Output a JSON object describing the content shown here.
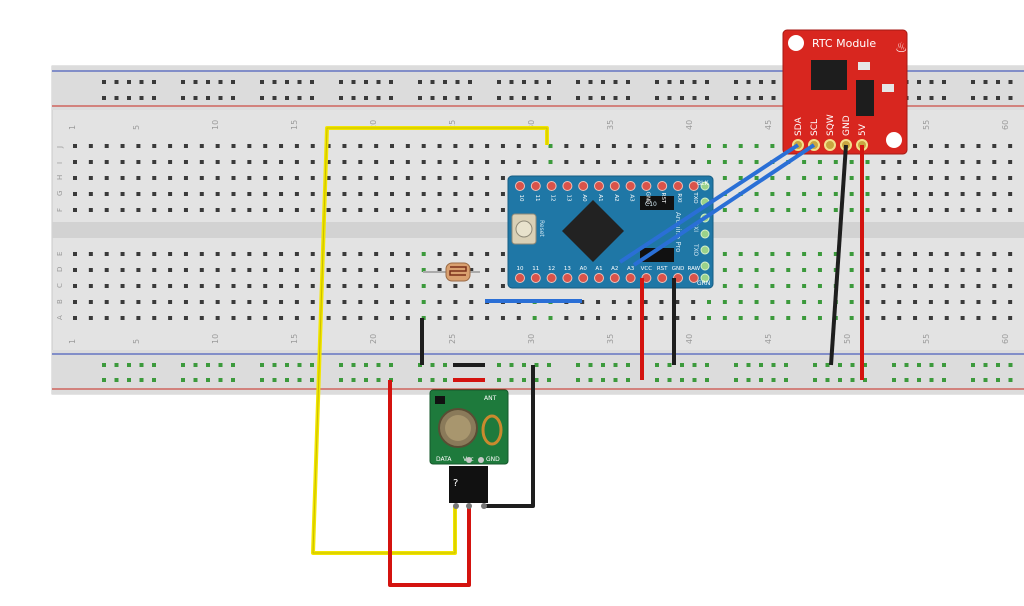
{
  "breadboard": {
    "column_numbers": [
      "1",
      "5",
      "10",
      "15",
      "20",
      "25",
      "30",
      "35",
      "40",
      "45",
      "50",
      "55",
      "60"
    ],
    "top_row_labels": [
      "J",
      "I",
      "H",
      "G",
      "F"
    ],
    "bottom_row_labels": [
      "E",
      "D",
      "C",
      "B",
      "A"
    ],
    "body_color": "#e6e6e6",
    "rail_red": "#c8281e",
    "rail_blue": "#2840b4"
  },
  "arduino": {
    "top_pins": [
      "10",
      "11",
      "12",
      "13",
      "A0",
      "A1",
      "A2",
      "A3",
      "GND",
      "RST",
      "RXI",
      "TXO"
    ],
    "side_pins": [
      "BLK",
      "GRN"
    ],
    "bottom_pins": [
      "10",
      "11",
      "12",
      "13",
      "A0",
      "A1",
      "A2",
      "A3",
      "VCC",
      "RST",
      "GND",
      "RAW"
    ],
    "labels": [
      "Arduino Pro",
      "Reset",
      "C10",
      "A0",
      "RXI",
      "TXO"
    ],
    "board_color": "#1f77a6"
  },
  "rtc_module": {
    "title": "RTC Module",
    "pins": [
      "SDA",
      "SCL",
      "SQW",
      "GND",
      "5V"
    ],
    "board_color": "#d8261f"
  },
  "rf_transmitter": {
    "pins": [
      "DATA",
      "Vcc",
      "GND"
    ],
    "antenna_label": "ANT",
    "board_color": "#1e7a3c"
  },
  "unknown_part": {
    "label": "?"
  },
  "wire_colors": {
    "yellow": "#f2e600",
    "red": "#d4130f",
    "black": "#1e1e1e",
    "blue": "#2a6fd6"
  }
}
